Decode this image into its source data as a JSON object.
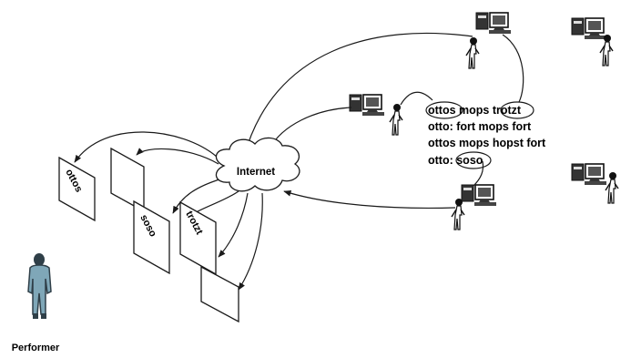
{
  "diagram": {
    "cloud_label": "Internet",
    "performer_label": "Performer",
    "panel_labels": [
      "ottos",
      "soso",
      "trotzt"
    ],
    "messages": [
      "ottos mops trotzt",
      "otto: fort mops fort",
      "ottos mops hopst fort",
      "otto: soso"
    ],
    "colors": {
      "ink": "#1a1a1a",
      "performer": "#7fa7b8"
    },
    "icons": [
      "computer-user-icon",
      "cloud-icon",
      "performer-figure-icon"
    ]
  }
}
